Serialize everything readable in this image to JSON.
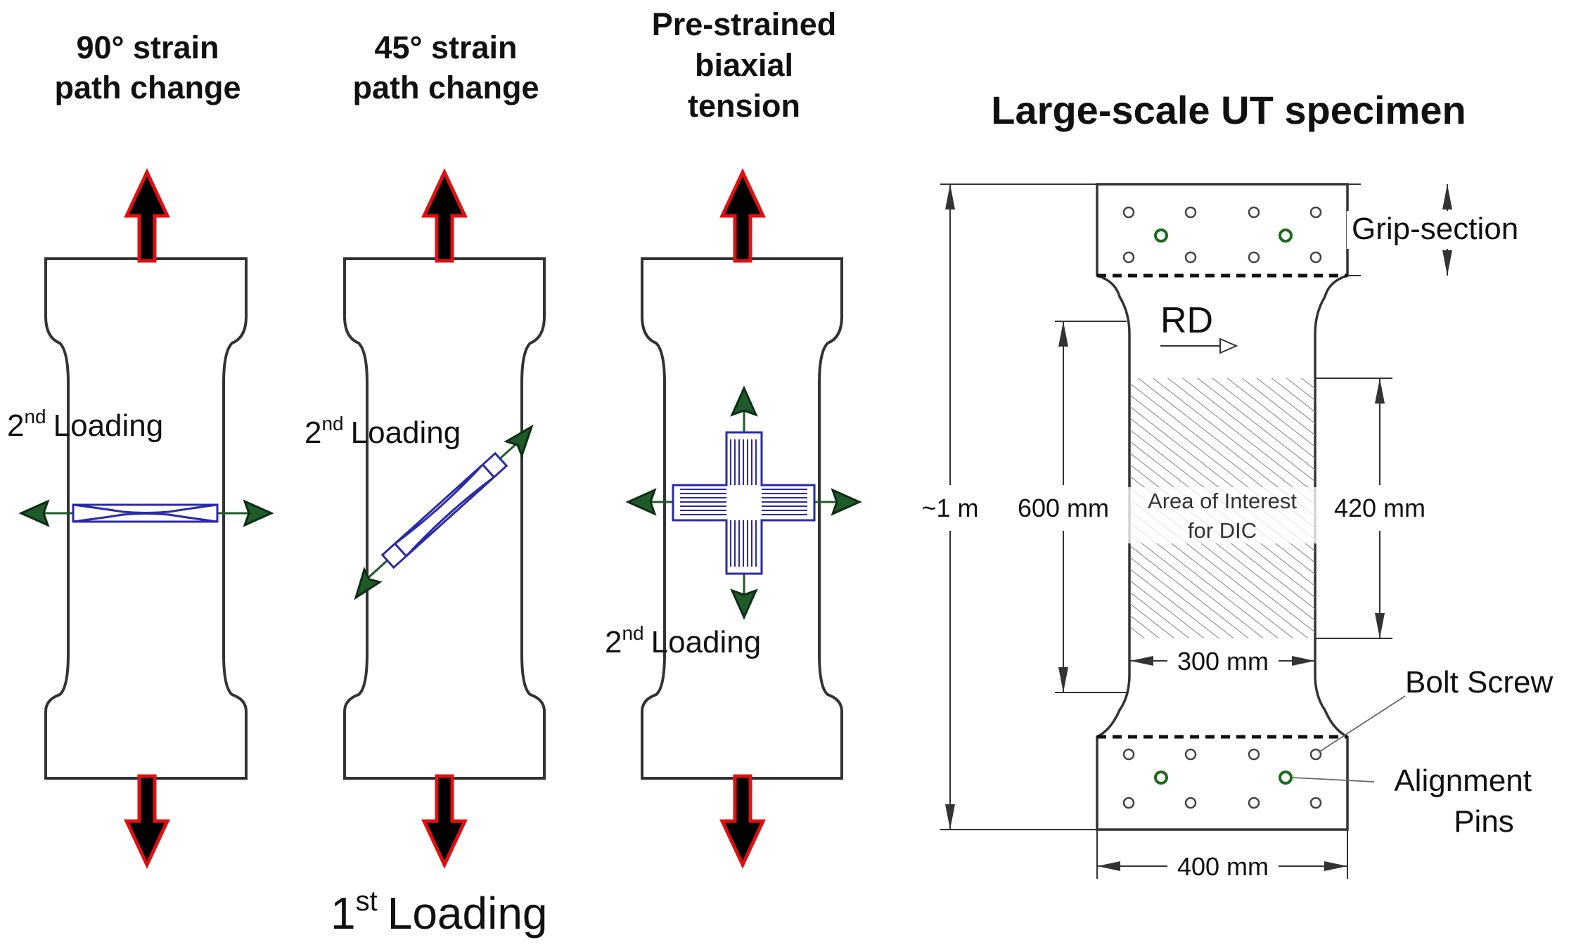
{
  "panels": [
    {
      "title_line1": "90° strain",
      "title_line2": "path change",
      "second_loading_sup": "nd",
      "second_loading_rest": "Loading",
      "second_loading_num": "2"
    },
    {
      "title_line1": "45° strain",
      "title_line2": "path change",
      "second_loading_sup": "nd",
      "second_loading_rest": "Loading",
      "second_loading_num": "2"
    },
    {
      "title_line1": "Pre-strained",
      "title_line2": "biaxial",
      "title_line3": "tension",
      "second_loading_sup": "nd",
      "second_loading_rest": "Loading",
      "second_loading_num": "2"
    }
  ],
  "first_loading": {
    "num": "1",
    "sup": "st",
    "rest": "Loading"
  },
  "specimen": {
    "title": "Large-scale UT specimen",
    "grip_section": "Grip-section",
    "rd": "RD",
    "total_length": "~1 m",
    "gauge_length": "600 mm",
    "aoi_line1": "Area of Interest",
    "aoi_line2": "for DIC",
    "aoi_height": "420 mm",
    "gauge_width": "300 mm",
    "total_width": "400 mm",
    "bolt_screw": "Bolt Screw",
    "alignment_line1": "Alignment",
    "alignment_line2": "Pins"
  },
  "colors": {
    "arrow_fill": "#000000",
    "arrow_outline": "#e01010",
    "second_arrow": "#1f5a2a",
    "gauge": "#2a2aa8",
    "outline": "#333333",
    "pin": "#1a6b1a"
  }
}
